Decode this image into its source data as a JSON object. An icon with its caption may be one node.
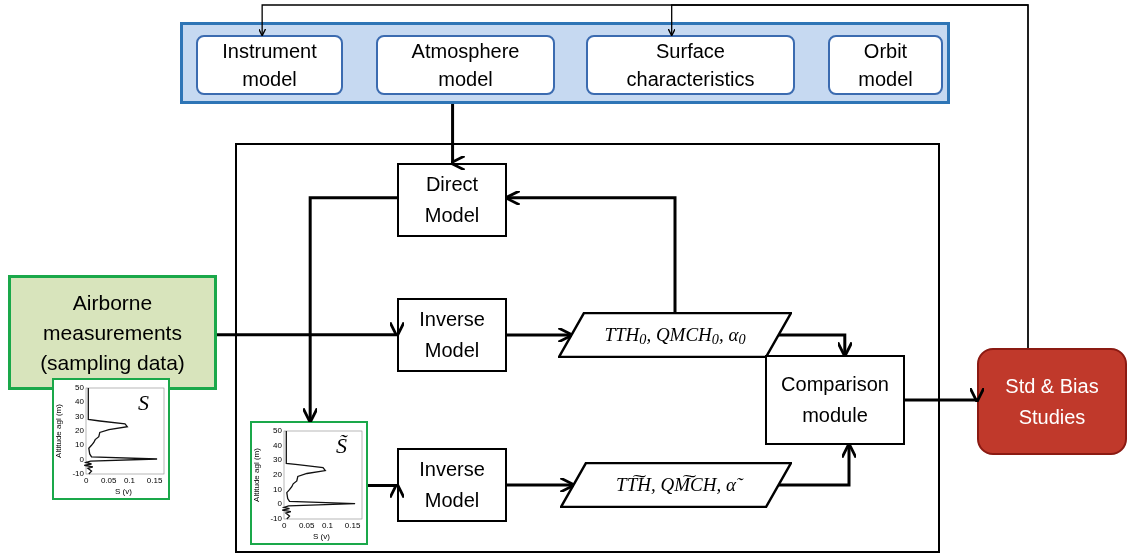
{
  "diagram": {
    "nodes": [
      {
        "text": [],
        "shape": "box"
      },
      {
        "text": [
          "Instrument model"
        ],
        "in": 0
      },
      {
        "text": [
          "Atmosphere model"
        ],
        "in": 0
      },
      {
        "text": [
          "Surface characteristics"
        ],
        "in": 0
      },
      {
        "text": [
          "Orbit model"
        ],
        "in": 0
      },
      {
        "text": [],
        "shape": "box"
      },
      {
        "text": [
          "Direct Model"
        ],
        "in": 5
      },
      {
        "text": [
          "Airborne measurements (sampling data)"
        ]
      },
      {
        "text": [
          "S"
        ]
      },
      {
        "text": [
          "Inverse Model"
        ],
        "in": 5
      },
      {
        "text": [
          "TTH$_{0}$, QMCH$_{0}$, α$_{0}$"
        ],
        "in": 5
      },
      {
        "text": [
          "Comparison module"
        ],
        "in": 5
      },
      {
        "text": [
          "S̃"
        ],
        "in": 5
      },
      {
        "text": [
          "Inverse Model"
        ],
        "in": 5
      },
      {
        "text": [
          "TT͠H, QM͠CH, α̃"
        ],
        "in": 5
      },
      {
        "text": [
          "Std & Bias Studies"
        ]
      }
    ],
    "edges": [
      {
        "from": 0,
        "to": 6,
        "arrow": "to"
      },
      {
        "from": 6,
        "to": 12,
        "arrow": "to"
      },
      {
        "from": 7,
        "to": 9,
        "arrow": "to"
      },
      {
        "from": 9,
        "to": 10,
        "arrow": "to"
      },
      {
        "from": 10,
        "to": 6,
        "arrow": "to"
      },
      {
        "from": 10,
        "to": 11,
        "arrow": "to"
      },
      {
        "from": 12,
        "to": 13,
        "arrow": "to"
      },
      {
        "from": 13,
        "to": 14,
        "arrow": "to"
      },
      {
        "from": 14,
        "to": 11,
        "arrow": "to"
      },
      {
        "from": 11,
        "to": 15,
        "arrow": "to"
      },
      {
        "from": 15,
        "to": 1,
        "arrow": "to"
      },
      {
        "from": 15,
        "to": 3,
        "arrow": "to"
      }
    ],
    "labels": [
      "50",
      "40",
      "30",
      "20",
      "10",
      "0",
      "-10",
      "0",
      "0.05",
      "0.1",
      "0.15",
      "Altitude agl (m)",
      "S (v)",
      "50",
      "40",
      "30",
      "20",
      "10",
      "0",
      "-10",
      "0",
      "0.05",
      "0.1",
      "0.15",
      "Altitude agl (m)",
      "S (v)"
    ]
  }
}
